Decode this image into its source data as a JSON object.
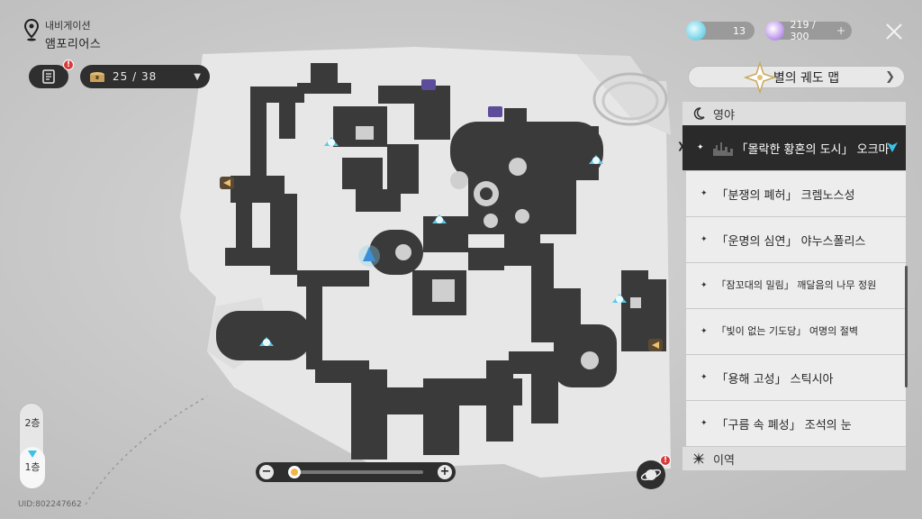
{
  "location": {
    "mode": "내비게이션",
    "name": "앰포리어스"
  },
  "mission": {
    "badge": "!"
  },
  "treasure": {
    "value": "25 / 38"
  },
  "currencies": [
    {
      "id": "currency-1",
      "value": "13"
    },
    {
      "id": "currency-2",
      "value": "219 / 300",
      "plus": "+"
    }
  ],
  "panel": {
    "title": "별의 궤도 맵",
    "sections": [
      {
        "label": "영야",
        "items": [
          {
            "label": "「몰락한 황혼의 도시」 오크마",
            "active": true
          },
          {
            "label": "「분쟁의 폐허」 크렘노스성"
          },
          {
            "label": "「운명의 심연」 야누스폴리스"
          },
          {
            "label": "「잠꼬대의 밀림」 깨달음의 나무 정원"
          },
          {
            "label": "「빛이 없는 기도당」 여명의 절벽"
          },
          {
            "label": "「용해 고성」 스틱시아"
          },
          {
            "label": "「구름 속 폐성」 조석의 눈"
          }
        ]
      },
      {
        "label": "이역",
        "items": []
      }
    ]
  },
  "floors": {
    "upper": "2층",
    "lower": "1층",
    "selected": "1층"
  },
  "zoom": {
    "minus": "−",
    "plus": "+",
    "level": 0.0
  },
  "planet": {
    "badge": "!"
  },
  "uid": "UID:802247662",
  "colors": {
    "accent": "#39c3e8",
    "badge": "#d83b3b",
    "dark": "#2e2e2e",
    "knob": "#f1b54a"
  }
}
